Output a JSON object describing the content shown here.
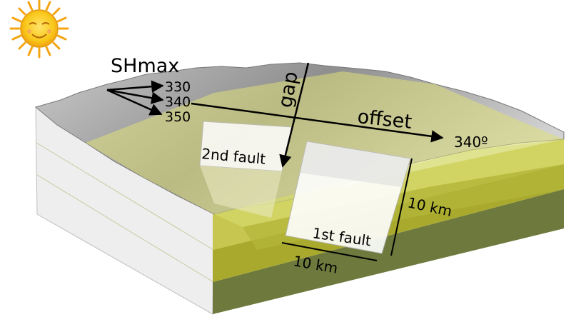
{
  "diagram": {
    "stress_label": "SHmax",
    "azimuths": [
      "330",
      "340",
      "350"
    ],
    "gap_label": "gap",
    "offset_label": "offset",
    "direction_label": "340º",
    "second_fault_label": "2nd fault",
    "first_fault_label": "1st fault",
    "depth_label": "10 km",
    "length_label": "10 km"
  },
  "colors": {
    "terrain": "#9b9b9b",
    "yellow_layer": "#d9d97a",
    "olive_layer": "#a5a52e",
    "dark_layer": "#6f7a3e",
    "side_wall": "#f1f1f1",
    "fault_plane": "#ffffff",
    "sun": "#f7c21a"
  },
  "icons": [
    "sun-icon"
  ]
}
